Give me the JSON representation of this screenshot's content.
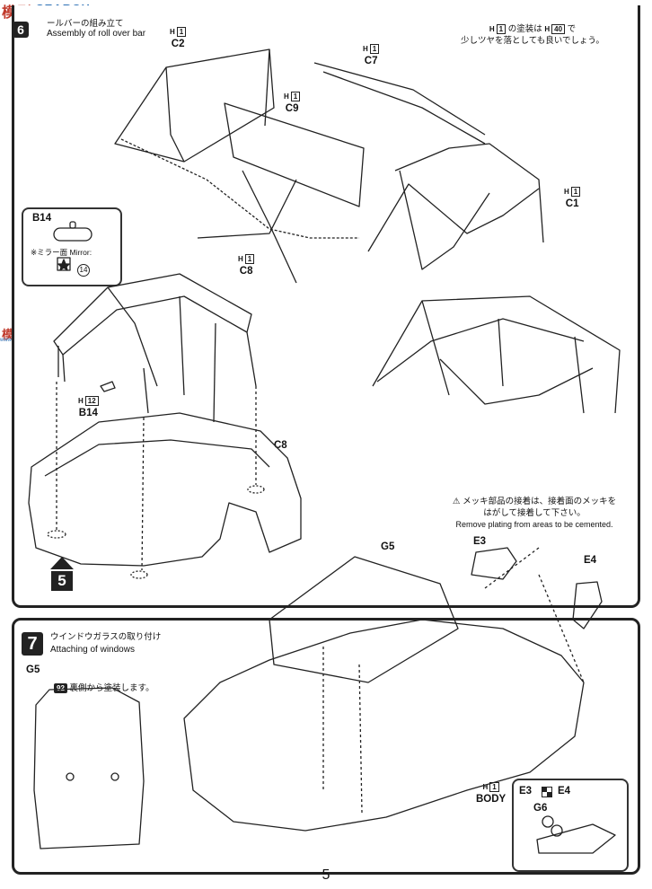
{
  "watermark": {
    "logo": "模型",
    "site": "SEARCH",
    "logo2": "模型网",
    "url": "www.hobbysearch.com"
  },
  "page_number": "5",
  "step6": {
    "number": "6",
    "title_jp": "ールバーの組み立て",
    "title_en": "Assembly of roll over bar",
    "parts": [
      {
        "id": "C2",
        "paint": "1"
      },
      {
        "id": "C7",
        "paint": "1"
      },
      {
        "id": "C9",
        "paint": "1"
      },
      {
        "id": "C1",
        "paint": "1"
      },
      {
        "id": "C8",
        "paint": "1"
      }
    ],
    "paint_prefix": "H",
    "note": {
      "line1_prefix": "H",
      "line1_code1": "1",
      "line1_mid": "の塗装は",
      "line1_prefix2": "H",
      "line1_code2": "40",
      "line1_end": "で",
      "line2": "少しツヤを落としても良いでしょう。"
    },
    "b14_inset": {
      "label": "B14",
      "mirror_jp": "※ミラー面",
      "mirror_en": "Mirror:",
      "mirror_code": "14"
    },
    "b14_part": {
      "id": "B14",
      "prefix": "H",
      "paint": "12"
    },
    "c8_label": "C8",
    "step_ref": "5"
  },
  "step7": {
    "number": "7",
    "title_jp": "ウインドウガラスの取り付け",
    "title_en": "Attaching of windows",
    "g5_left_label": "G5",
    "g5_note_code": "92",
    "g5_note_text": "裏側から塗装します。",
    "warning_jp_1": "メッキ部品の接着は、接着面のメッキを",
    "warning_jp_2": "はがして接着して下さい。",
    "warning_en": "Remove plating from areas to be cemented.",
    "g5_label": "G5",
    "e3_label": "E3",
    "e4_label": "E4",
    "body_prefix": "H",
    "body_paint": "1",
    "body_label": "BODY",
    "inset": {
      "e3": "E3",
      "e4": "E4",
      "g6": "G6"
    }
  }
}
